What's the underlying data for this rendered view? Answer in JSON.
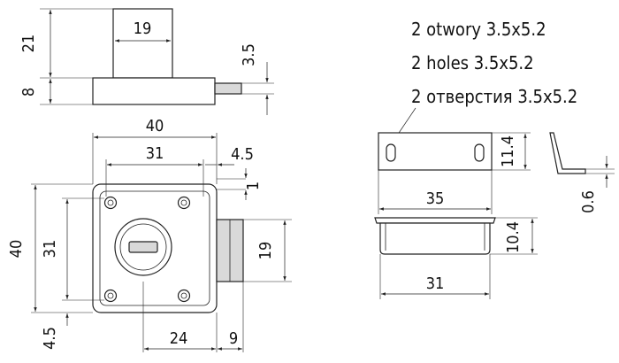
{
  "notes": [
    "2 otwory 3.5x5.2",
    "2 holes 3.5x5.2",
    "2 отверстия 3.5x5.2"
  ],
  "dimensions": {
    "top_width": "19",
    "top_height": "21",
    "body_height": "8",
    "bolt_dia": "3.5",
    "overall_width": "40",
    "hole_spacing_w": "31",
    "offset": "4.5",
    "gap": "1",
    "overall_height": "40",
    "hole_spacing_h": "31",
    "bolt_width": "19",
    "bottom_offset": "4.5",
    "backset": "24",
    "bolt_depth": "9",
    "plate_height": "11.4",
    "plate_length": "35",
    "plate_thickness": "0.6",
    "plate_side_height": "10.4",
    "plate_inner_length": "31"
  }
}
